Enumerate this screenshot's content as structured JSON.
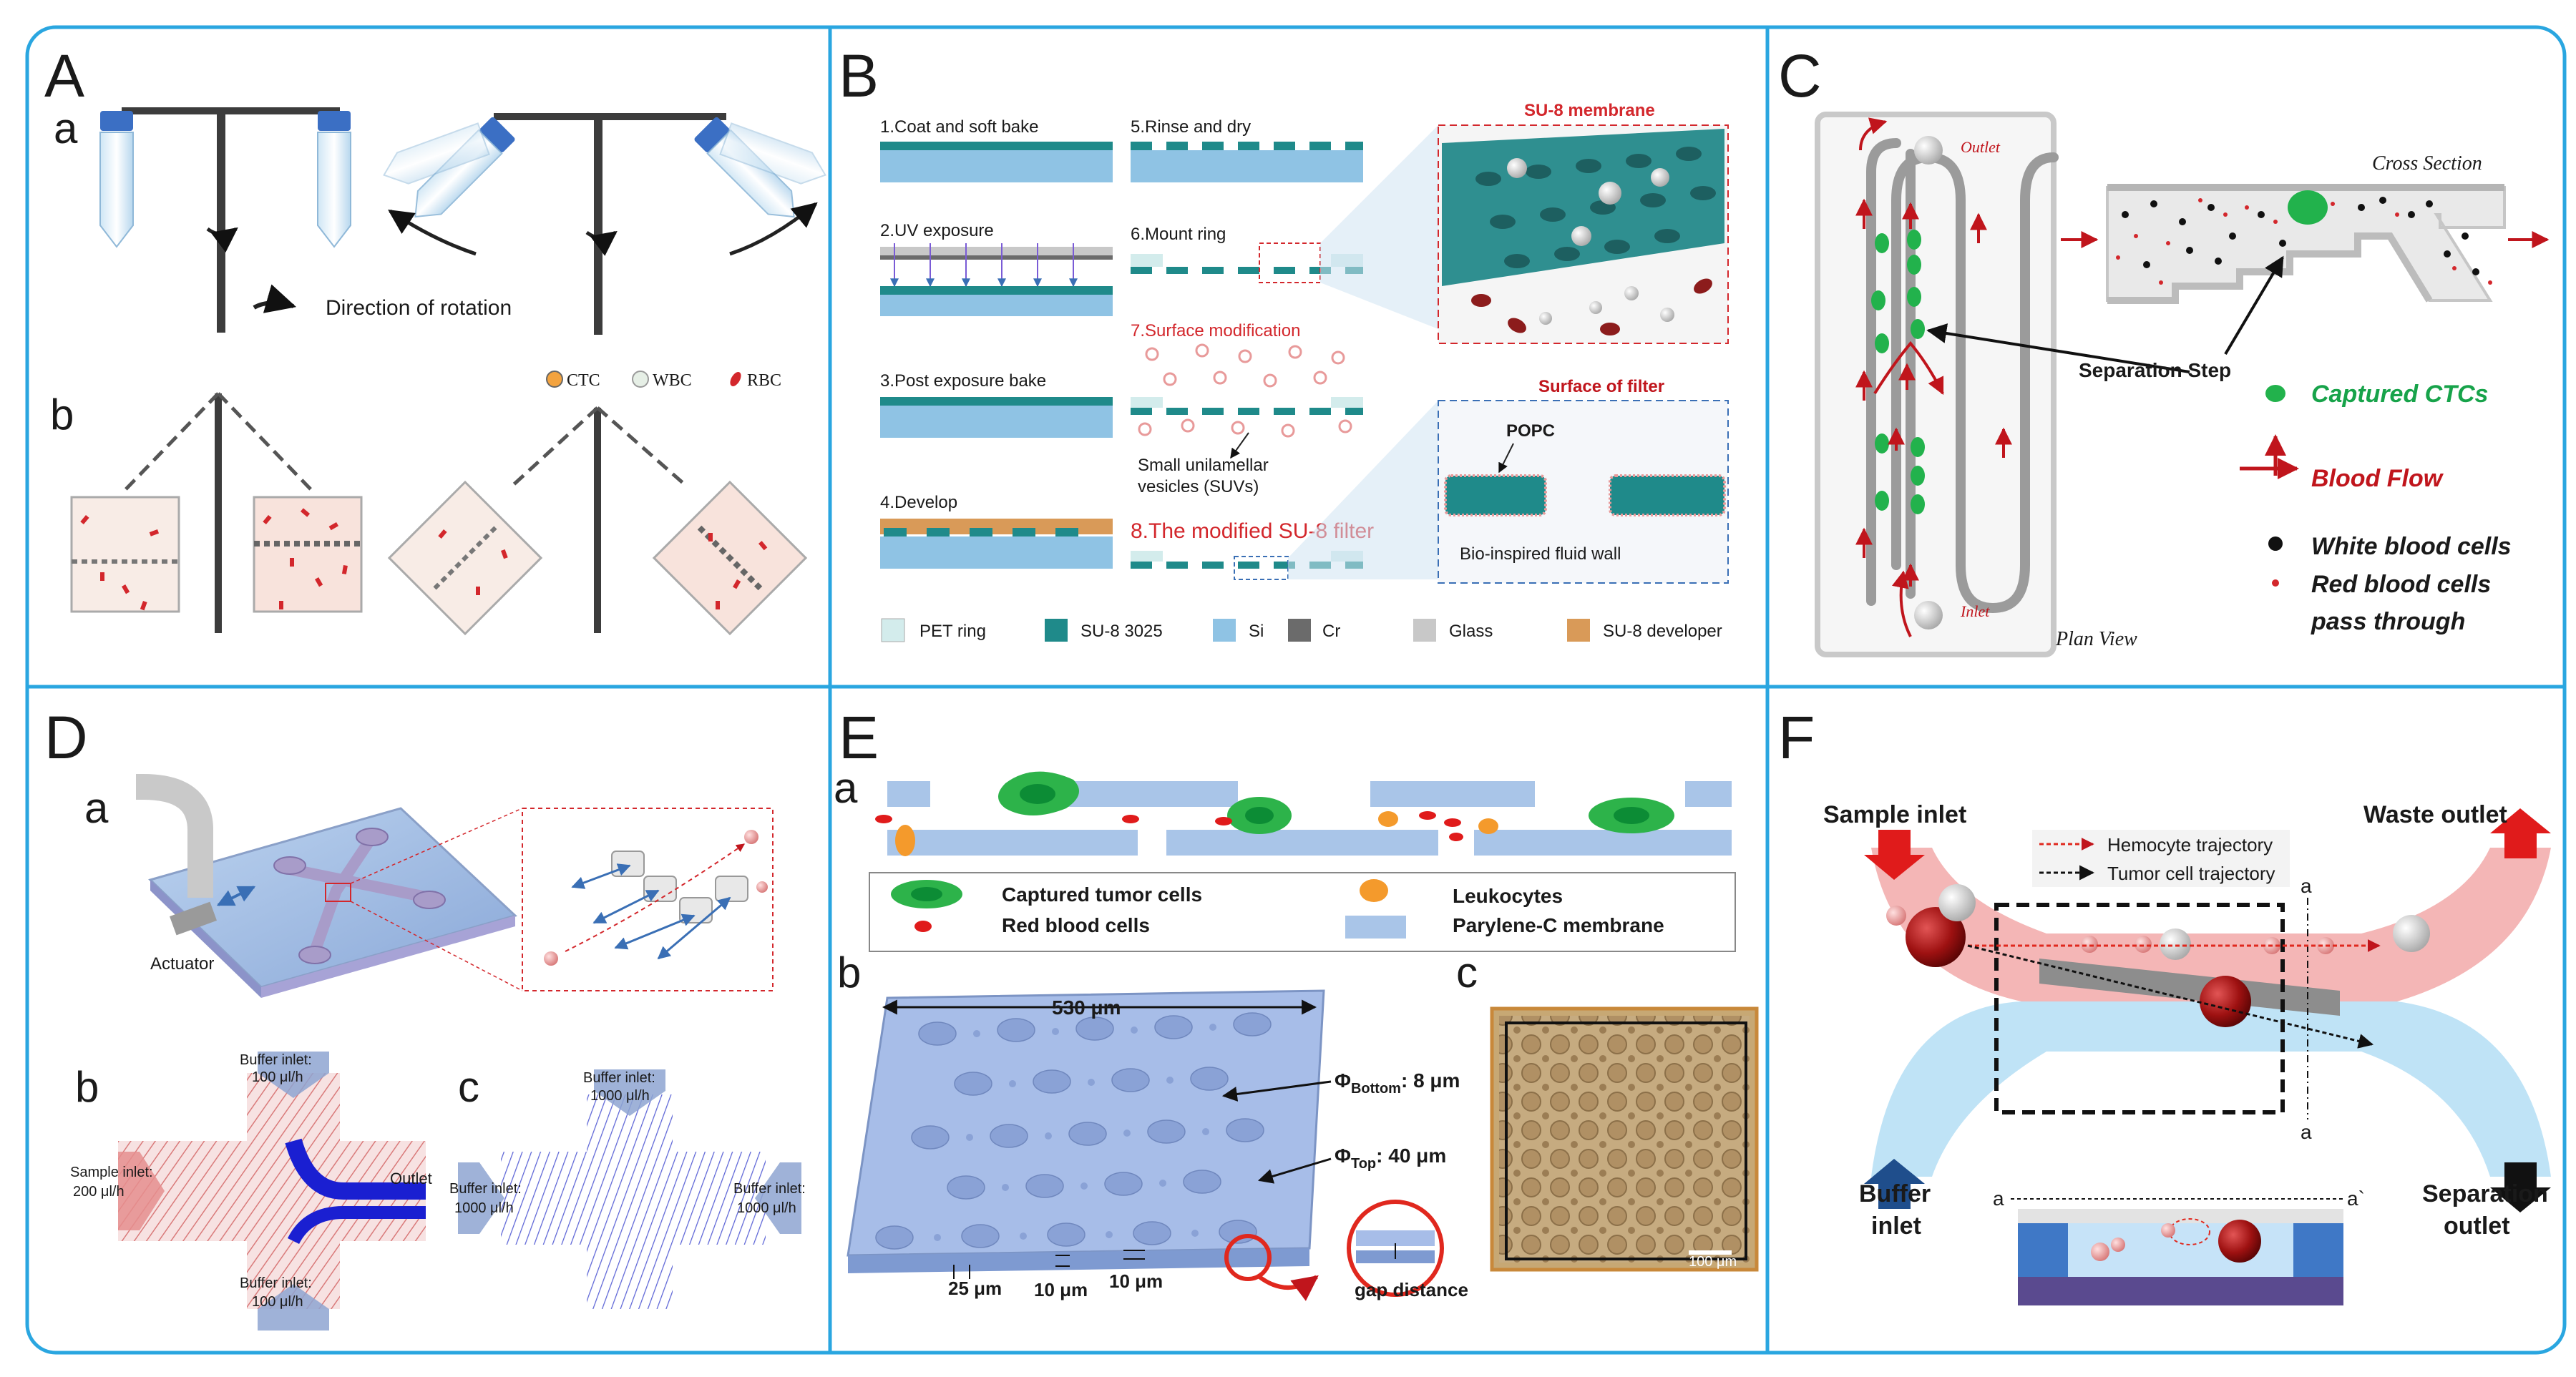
{
  "colors": {
    "frame": "#2aa6e0",
    "si": "#8fc3e4",
    "su8": "#1f8a8a",
    "developer": "#d99a58",
    "pet": "#d3ecec",
    "cr": "#6b6b6b",
    "glass": "#c8c8c8",
    "red_text": "#d3272c",
    "ctc_green": "#17a34a"
  },
  "panelA": {
    "letter": "A",
    "sub_a": "a",
    "sub_b": "b",
    "rotation_label": "Direction of rotation",
    "legend": [
      "CTC",
      "WBC",
      "RBC"
    ]
  },
  "panelB": {
    "letter": "B",
    "steps": [
      "1.Coat and soft bake",
      "2.UV exposure",
      "3.Post exposure bake",
      "4.Develop",
      "5.Rinse and dry",
      "6.Mount ring",
      "7.Surface modification",
      "8.The modified SU-8 filter"
    ],
    "suv_label_1": "Small unilamellar",
    "suv_label_2": "vesicles (SUVs)",
    "membrane_title": "SU-8 membrane",
    "surface_title": "Surface of filter",
    "popc": "POPC",
    "fluid_wall": "Bio-inspired fluid wall",
    "legend": [
      "PET ring",
      "SU-8 3025",
      "Si",
      "Cr",
      "Glass",
      "SU-8 developer"
    ]
  },
  "panelC": {
    "letter": "C",
    "outlet": "Outlet",
    "inlet": "Inlet",
    "plan_view": "Plan View",
    "cross_section": "Cross Section",
    "separation_step": "Separation Step",
    "legend_ctc": "Captured CTCs",
    "legend_flow": "Blood Flow",
    "legend_wbc": "White blood cells",
    "legend_rbc_1": "Red blood cells",
    "legend_rbc_2": "pass through"
  },
  "panelD": {
    "letter": "D",
    "sub_a": "a",
    "sub_b": "b",
    "sub_c": "c",
    "actuator": "Actuator",
    "b_buffer_top_1": "Buffer inlet:",
    "b_buffer_top_2": "100 μl/h",
    "b_sample_1": "Sample inlet:",
    "b_sample_2": "200 μl/h",
    "b_outlet": "Outlet",
    "b_buffer_bottom_1": "Buffer inlet:",
    "b_buffer_bottom_2": "100 μl/h",
    "c_buffer_top_1": "Buffer inlet:",
    "c_buffer_top_2": "1000 μl/h",
    "c_buffer_left_1": "Buffer inlet:",
    "c_buffer_left_2": "1000 μl/h",
    "c_buffer_right_1": "Buffer inlet:",
    "c_buffer_right_2": "1000 μl/h"
  },
  "panelE": {
    "letter": "E",
    "sub_a": "a",
    "sub_b": "b",
    "sub_c": "c",
    "legend_tumor": "Captured tumor cells",
    "legend_leuko": "Leukocytes",
    "legend_rbc": "Red blood cells",
    "legend_membrane": "Parylene-C membrane",
    "width": "530 μm",
    "phi_bottom": "Φ",
    "phi_bottom_sub": "Bottom",
    "phi_bottom_val": ": 8 μm",
    "phi_top": "Φ",
    "phi_top_sub": "Top",
    "phi_top_val": ": 40 μm",
    "dim_25": "25 μm",
    "dim_10a": "10 μm",
    "dim_10b": "10 μm",
    "gap": "gap distance",
    "scale": "100 μm"
  },
  "panelF": {
    "letter": "F",
    "sample_inlet": "Sample inlet",
    "waste_outlet": "Waste outlet",
    "hemocyte": "Hemocyte trajectory",
    "tumor": "Tumor cell trajectory",
    "buffer_inlet_1": "Buffer",
    "buffer_inlet_2": "inlet",
    "separation_outlet_1": "Separation",
    "separation_outlet_2": "outlet",
    "a_top": "a",
    "a_bottom": "a",
    "a_left": "a",
    "a_right": "a`"
  }
}
